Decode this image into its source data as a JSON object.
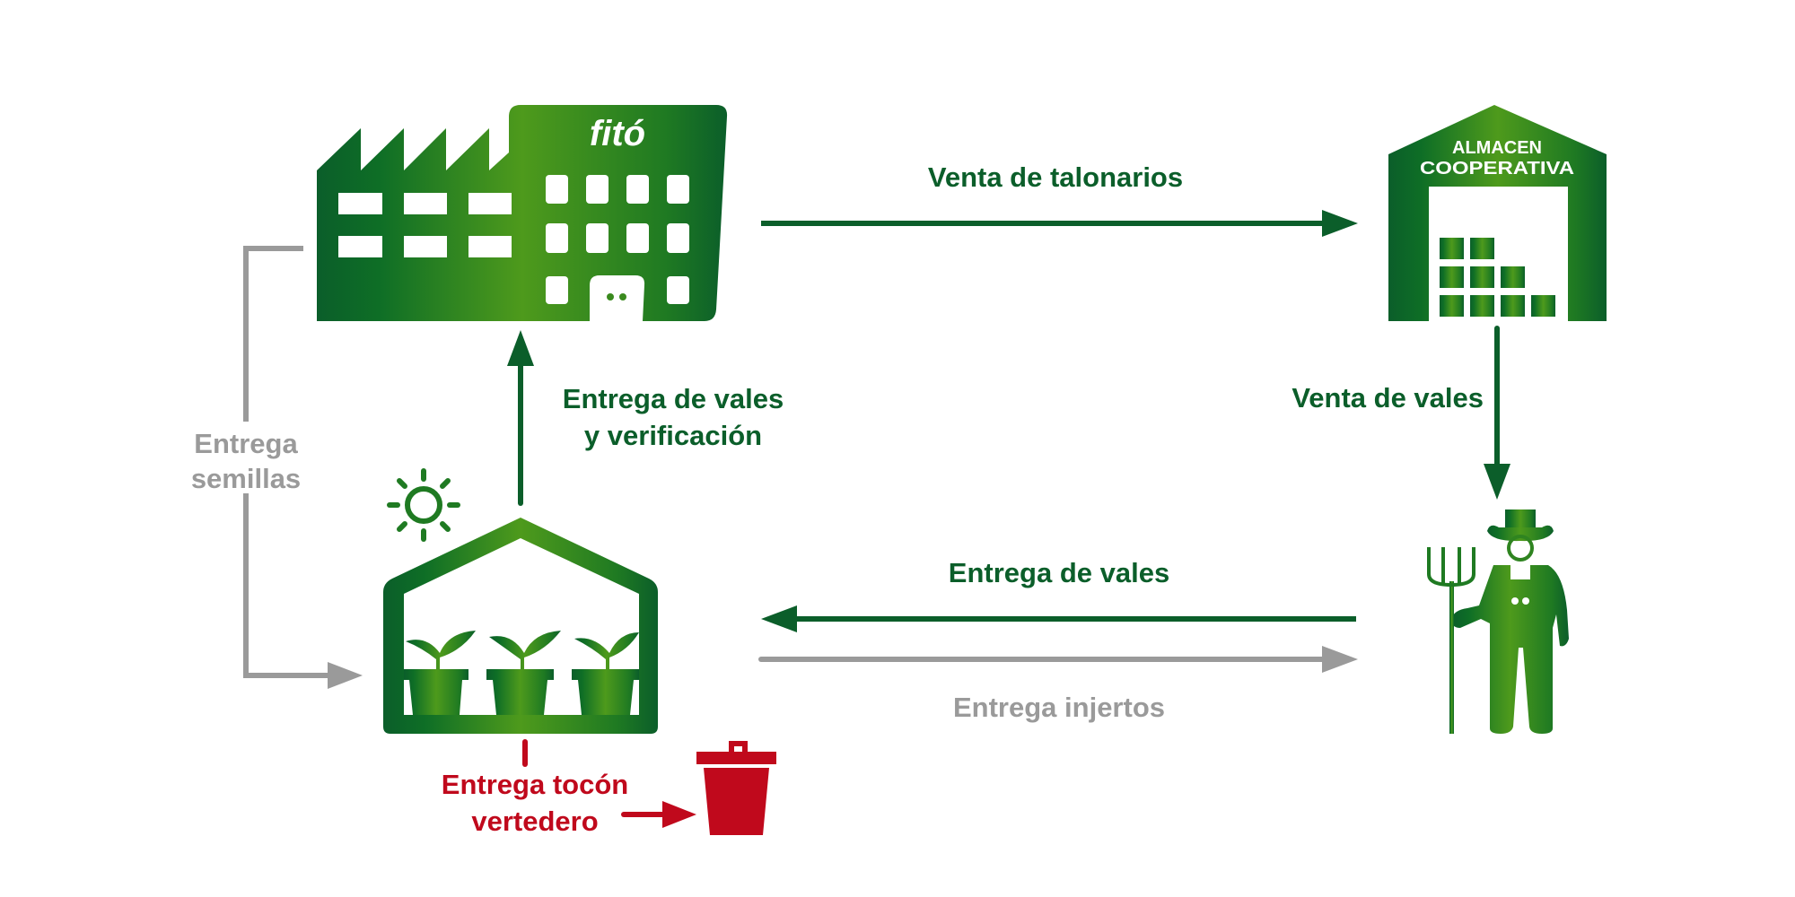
{
  "colors": {
    "green_dark": "#0b5e2a",
    "green_light": "#4e9a1c",
    "green_text": "#0b5e2a",
    "gray": "#9a9a9a",
    "red": "#c0091c"
  },
  "nodes": {
    "factory": {
      "logo": "fitó",
      "icon": "factory-icon"
    },
    "warehouse": {
      "line1": "ALMACEN",
      "line2": "COOPERATIVA",
      "icon": "warehouse-icon"
    },
    "farmer": {
      "icon": "farmer-icon"
    },
    "greenhouse": {
      "icon": "greenhouse-icon"
    },
    "bin": {
      "icon": "trash-bin-icon"
    }
  },
  "flows": {
    "venta_talonarios": "Venta de talonarios",
    "venta_vales": "Venta de vales",
    "entrega_vales": "Entrega de vales",
    "entrega_injertos": "Entrega injertos",
    "entrega_vales_verif_1": "Entrega de vales",
    "entrega_vales_verif_2": "y verificación",
    "entrega_semillas_1": "Entrega",
    "entrega_semillas_2": "semillas",
    "entrega_tocon_1": "Entrega tocón",
    "entrega_tocon_2": "vertedero"
  }
}
